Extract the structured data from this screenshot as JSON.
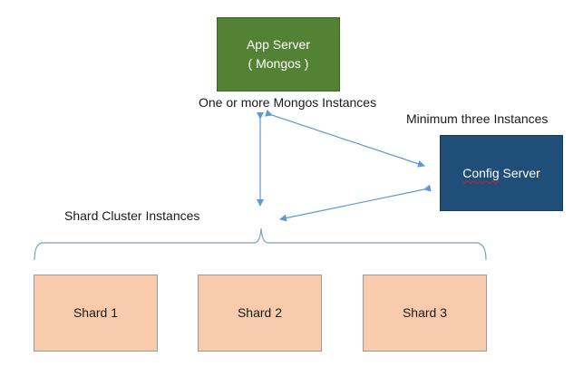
{
  "app_server": {
    "line1": "App Server",
    "line2": "( Mongos )"
  },
  "mongos_label": "One or more Mongos Instances",
  "config_server": {
    "label_config": "Config",
    "label_server": " Server"
  },
  "min_three_label": "Minimum three Instances",
  "shard_cluster_label": "Shard Cluster Instances",
  "shards": [
    "Shard 1",
    "Shard 2",
    "Shard 3"
  ],
  "colors": {
    "app_server_fill": "#548235",
    "config_server_fill": "#1f4e79",
    "shard_fill": "#f8cbad",
    "connector": "#5b9bd5",
    "brace": "#7f9fc6",
    "spellcheck_underline": "#d0201e"
  }
}
